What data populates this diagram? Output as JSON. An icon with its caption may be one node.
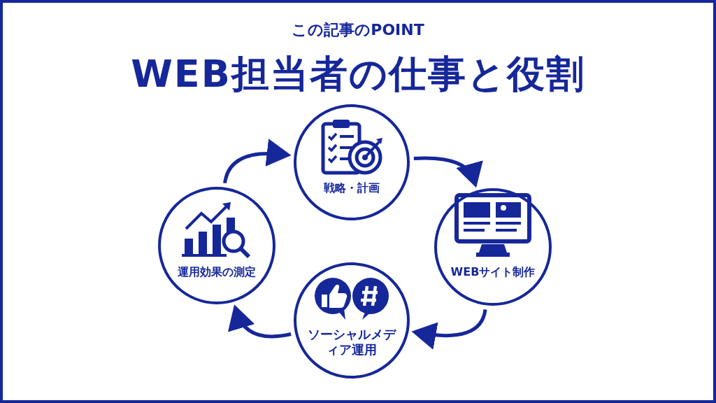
{
  "diagram": {
    "title": "WEB担当者の仕事と役割",
    "nodes": [
      {
        "text": [
          "戦略・計画"
        ]
      },
      {
        "text": [
          "WEBサイト制作"
        ]
      },
      {
        "text": [
          "ソーシャルメディア運用"
        ]
      },
      {
        "text": [
          "運用効果の測定"
        ]
      }
    ],
    "edges": [
      {
        "from": 0,
        "to": 1,
        "arrow": "to"
      },
      {
        "from": 1,
        "to": 2,
        "arrow": "to"
      },
      {
        "from": 2,
        "to": 3,
        "arrow": "to"
      },
      {
        "from": 3,
        "to": 0,
        "arrow": "to"
      }
    ],
    "labels": [
      "この記事のPOINT"
    ]
  }
}
